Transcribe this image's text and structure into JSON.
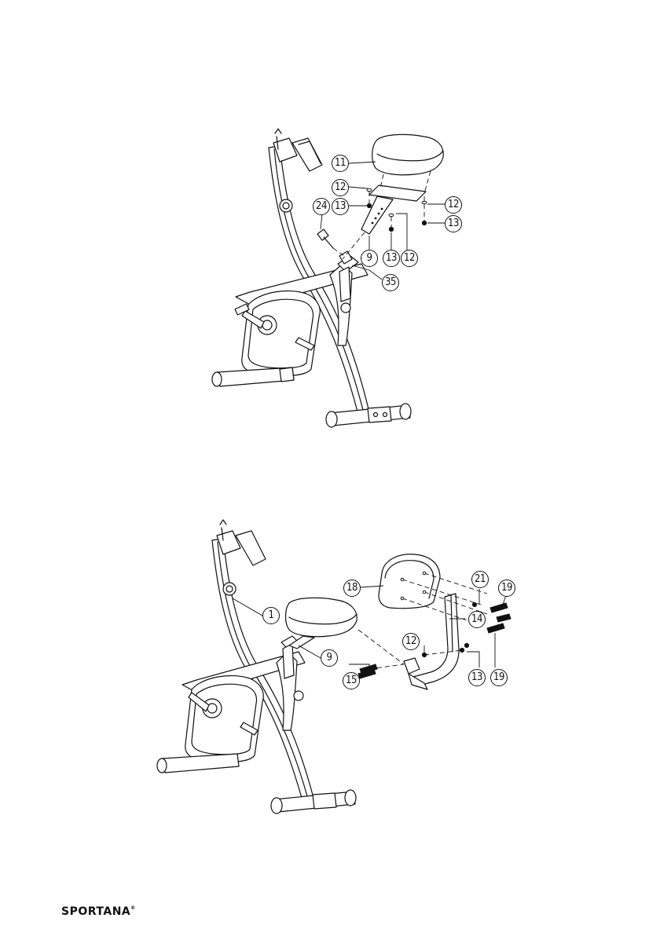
{
  "figure_seat": {
    "callouts": [
      {
        "id": "11",
        "text": "11"
      },
      {
        "id": "12a",
        "text": "12"
      },
      {
        "id": "13a",
        "text": "13"
      },
      {
        "id": "24",
        "text": "24"
      },
      {
        "id": "12b",
        "text": "12"
      },
      {
        "id": "13b",
        "text": "13"
      },
      {
        "id": "9",
        "text": "9"
      },
      {
        "id": "13c",
        "text": "13"
      },
      {
        "id": "12c",
        "text": "12"
      },
      {
        "id": "35",
        "text": "35"
      }
    ]
  },
  "figure_backrest": {
    "callouts": [
      {
        "id": "18",
        "text": "18"
      },
      {
        "id": "21",
        "text": "21"
      },
      {
        "id": "19a",
        "text": "19"
      },
      {
        "id": "1",
        "text": "1"
      },
      {
        "id": "14",
        "text": "14"
      },
      {
        "id": "9",
        "text": "9"
      },
      {
        "id": "12",
        "text": "12"
      },
      {
        "id": "15",
        "text": "15"
      },
      {
        "id": "13",
        "text": "13"
      },
      {
        "id": "19b",
        "text": "19"
      }
    ]
  },
  "footer": {
    "brand": "SPORTANA",
    "registered": "®"
  }
}
